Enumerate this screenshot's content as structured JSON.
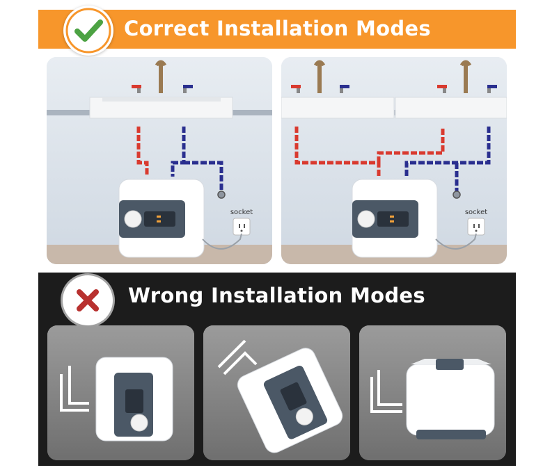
{
  "correct": {
    "title": "Correct Installation Modes",
    "socket_label_left": "socket",
    "socket_label_right": "socket"
  },
  "wrong": {
    "title": "Wrong Installation Modes"
  },
  "icons": {
    "correct_badge": "check-icon",
    "wrong_badge": "cross-icon"
  },
  "colors": {
    "banner_orange": "#f7962b",
    "check_green": "#4ca243",
    "cross_red": "#b8312f",
    "hot_pipe": "#d93a2f",
    "cold_pipe": "#2a2f8f",
    "wrong_background": "#1c1c1c"
  }
}
